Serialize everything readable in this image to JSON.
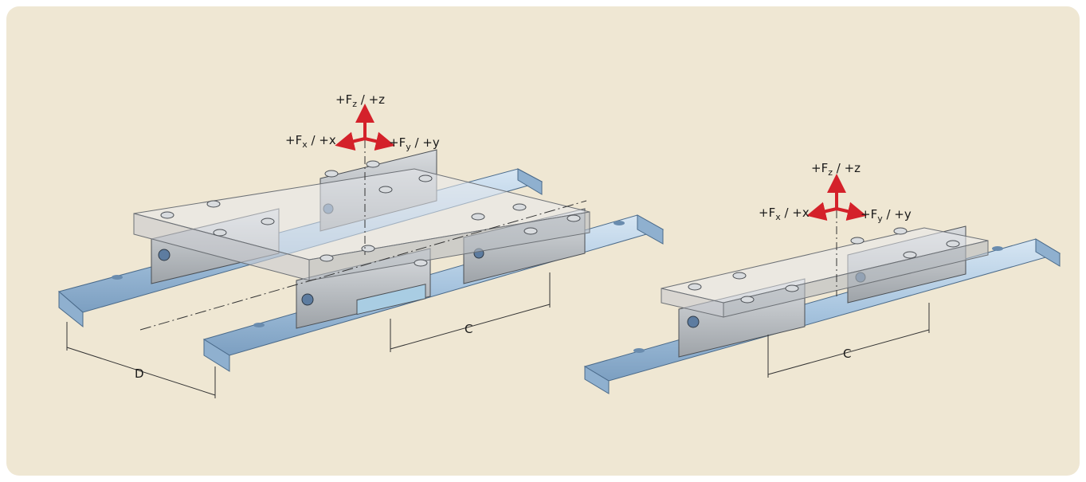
{
  "left_assembly": {
    "axes": {
      "z": {
        "prefix": "+F",
        "sub": "z",
        "suffix": " / +z"
      },
      "x": {
        "prefix": "+F",
        "sub": "x",
        "suffix": " / +x"
      },
      "y": {
        "prefix": "+F",
        "sub": "y",
        "suffix": " / +y"
      }
    },
    "dim_c": "C",
    "dim_d": "D"
  },
  "right_assembly": {
    "axes": {
      "z": {
        "prefix": "+F",
        "sub": "z",
        "suffix": " / +z"
      },
      "x": {
        "prefix": "+F",
        "sub": "x",
        "suffix": " / +x"
      },
      "y": {
        "prefix": "+F",
        "sub": "y",
        "suffix": " / +y"
      }
    },
    "dim_c": "C"
  },
  "colors": {
    "background": "#efe7d3",
    "rail": "#a9c6e0",
    "carriage": "#bfc3c8",
    "plate": "#d6d8da",
    "force_arrow": "#d4212a"
  }
}
